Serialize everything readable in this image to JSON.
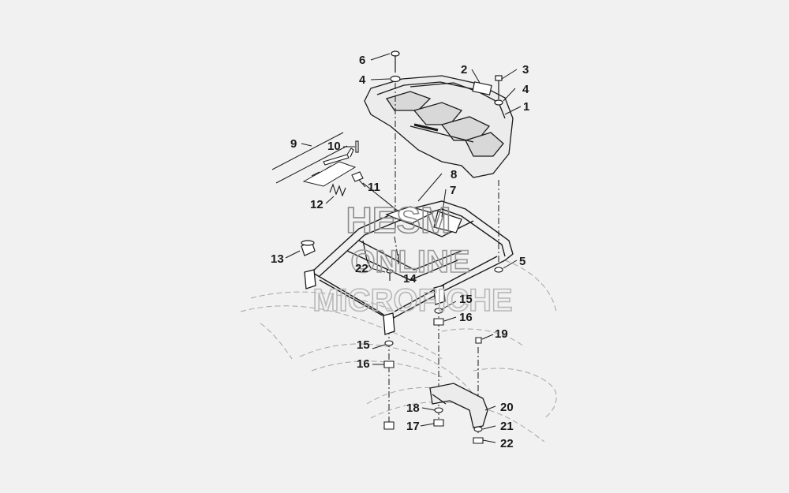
{
  "watermark": {
    "line1": "HESM",
    "line2": "ONLINE",
    "line3": "MICROFICHE"
  },
  "callouts": [
    {
      "id": "1",
      "text": "1"
    },
    {
      "id": "2",
      "text": "2"
    },
    {
      "id": "3",
      "text": "3"
    },
    {
      "id": "4a",
      "text": "4"
    },
    {
      "id": "4b",
      "text": "4"
    },
    {
      "id": "5",
      "text": "5"
    },
    {
      "id": "6",
      "text": "6"
    },
    {
      "id": "7",
      "text": "7"
    },
    {
      "id": "8",
      "text": "8"
    },
    {
      "id": "9",
      "text": "9"
    },
    {
      "id": "10",
      "text": "10"
    },
    {
      "id": "11",
      "text": "11"
    },
    {
      "id": "12",
      "text": "12"
    },
    {
      "id": "13",
      "text": "13"
    },
    {
      "id": "14",
      "text": "14"
    },
    {
      "id": "15a",
      "text": "15"
    },
    {
      "id": "15b",
      "text": "15"
    },
    {
      "id": "16a",
      "text": "16"
    },
    {
      "id": "16b",
      "text": "16"
    },
    {
      "id": "17",
      "text": "17"
    },
    {
      "id": "18",
      "text": "18"
    },
    {
      "id": "19",
      "text": "19"
    },
    {
      "id": "20",
      "text": "20"
    },
    {
      "id": "21",
      "text": "21"
    },
    {
      "id": "22a",
      "text": "22"
    },
    {
      "id": "22b",
      "text": "22"
    }
  ],
  "colors": {
    "background": "#f1f1f1",
    "ink": "#1a1a1a",
    "watermark": "#8a8a8a"
  }
}
